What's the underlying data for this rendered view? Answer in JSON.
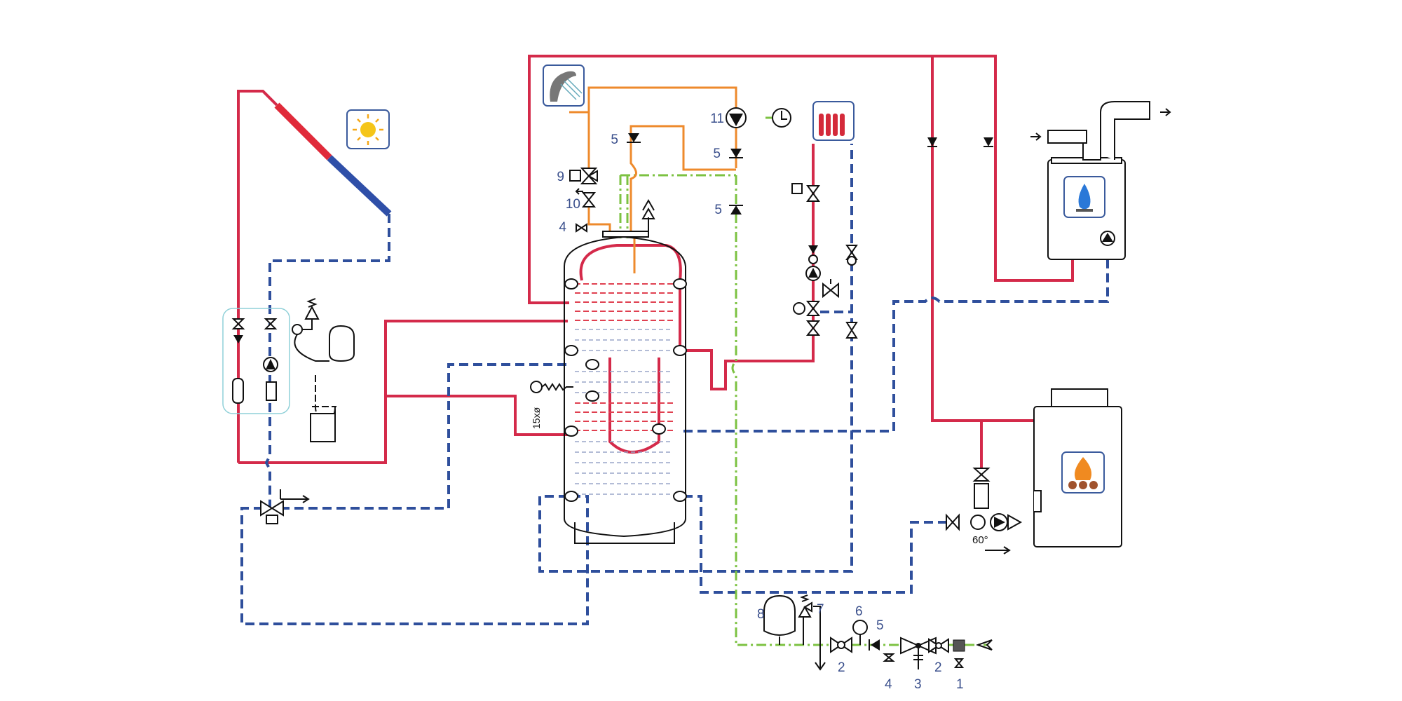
{
  "diagram": {
    "labels": {
      "dhw_pump": "11",
      "check_valve_a": "5",
      "check_valve_b": "5",
      "check_valve_c": "5",
      "mixing_valve": "9",
      "valve_10": "10",
      "drain_4_top": "4",
      "expansion_vessel": "8",
      "safety_valve": "7",
      "pressure_gauge": "6",
      "check_valve_d": "5",
      "shutoff_left": "2",
      "drain_4_bottom": "4",
      "pressure_reducer": "3",
      "shutoff_right": "2",
      "filter": "1",
      "coil_spec": "15xø",
      "angle": "60°"
    },
    "icons": [
      "shower-icon",
      "sun-icon",
      "radiator-icon",
      "gas-flame-icon",
      "solid-fuel-fire-icon",
      "clock-icon"
    ],
    "colors": {
      "hot": "#d42a4a",
      "cold": "#2f4f9c",
      "cold_water": "#7cc242",
      "dhw": "#ee8a2c"
    }
  }
}
